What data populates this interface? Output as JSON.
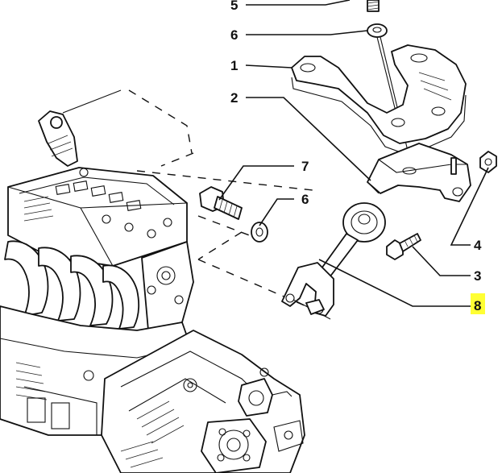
{
  "callouts": {
    "c1": "1",
    "c2": "2",
    "c3": "3",
    "c4": "4",
    "c5": "5",
    "c6a": "6",
    "c6b": "6",
    "c7": "7",
    "c8": "8"
  },
  "highlight": {
    "callout": "8",
    "color": "#ffff33"
  },
  "colors": {
    "line": "#111111",
    "background": "#ffffff"
  }
}
